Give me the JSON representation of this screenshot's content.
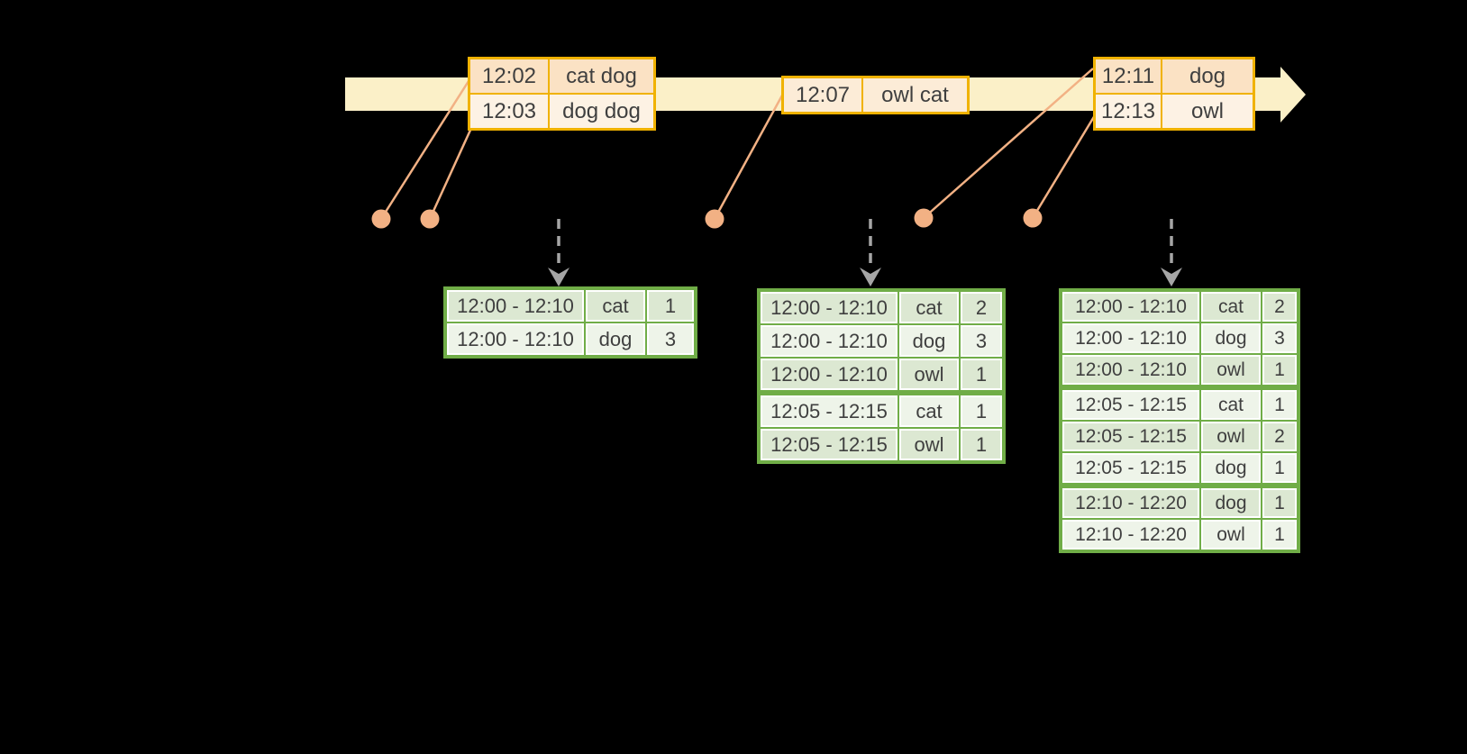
{
  "timeline": {
    "event_tables": [
      {
        "rows": [
          {
            "time": "12:02",
            "words": "cat dog"
          },
          {
            "time": "12:03",
            "words": "dog dog"
          }
        ]
      },
      {
        "rows": [
          {
            "time": "12:07",
            "words": "owl cat"
          }
        ]
      },
      {
        "rows": [
          {
            "time": "12:11",
            "words": "dog"
          },
          {
            "time": "12:13",
            "words": "owl"
          }
        ]
      }
    ]
  },
  "result_tables": [
    {
      "rows": [
        {
          "window": "12:00 - 12:10",
          "word": "cat",
          "count": "1"
        },
        {
          "window": "12:00 - 12:10",
          "word": "dog",
          "count": "3"
        }
      ]
    },
    {
      "rows": [
        {
          "window": "12:00 - 12:10",
          "word": "cat",
          "count": "2"
        },
        {
          "window": "12:00 - 12:10",
          "word": "dog",
          "count": "3"
        },
        {
          "window": "12:00 - 12:10",
          "word": "owl",
          "count": "1"
        },
        {
          "window": "12:05 - 12:15",
          "word": "cat",
          "count": "1"
        },
        {
          "window": "12:05 - 12:15",
          "word": "owl",
          "count": "1"
        }
      ]
    },
    {
      "rows": [
        {
          "window": "12:00 - 12:10",
          "word": "cat",
          "count": "2"
        },
        {
          "window": "12:00 - 12:10",
          "word": "dog",
          "count": "3"
        },
        {
          "window": "12:00 - 12:10",
          "word": "owl",
          "count": "1"
        },
        {
          "window": "12:05 - 12:15",
          "word": "cat",
          "count": "1"
        },
        {
          "window": "12:05 - 12:15",
          "word": "owl",
          "count": "2"
        },
        {
          "window": "12:05 - 12:15",
          "word": "dog",
          "count": "1"
        },
        {
          "window": "12:10 - 12:20",
          "word": "dog",
          "count": "1"
        },
        {
          "window": "12:10 - 12:20",
          "word": "owl",
          "count": "1"
        }
      ]
    }
  ],
  "icons": {
    "timeline_arrowhead": "right-arrowhead",
    "trigger_arrowhead": "down-dashed-arrow",
    "event_marker": "dot"
  },
  "colors": {
    "bg": "#000000",
    "bar": "#fbf0c8",
    "amber": "#f0b200",
    "peach_dark": "#fbe2c4",
    "peach_mid": "#fcecd7",
    "peach_light": "#fdf2e4",
    "dot": "#f2b184",
    "gray_arrow": "#a6a6a6",
    "green": "#70ad47",
    "green_dark": "#dce8d2",
    "green_light": "#eef4e9",
    "text": "#3f3f3f"
  }
}
